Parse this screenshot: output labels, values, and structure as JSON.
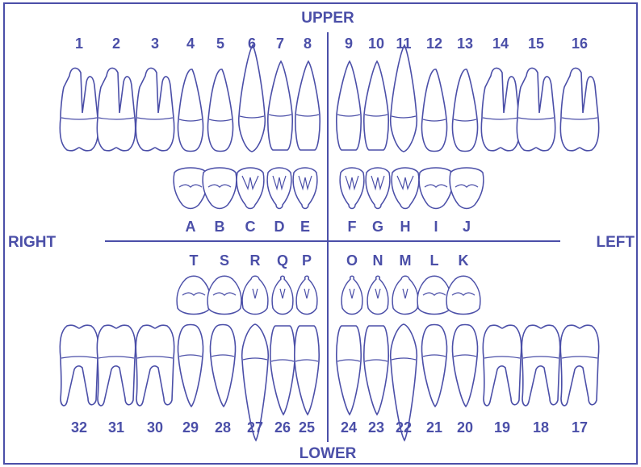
{
  "colors": {
    "ink": "#4b4fa8",
    "tooth_fill": "#ffffff"
  },
  "labels": {
    "upper": "UPPER",
    "lower": "LOWER",
    "right": "RIGHT",
    "left": "LEFT"
  },
  "permanent_upper": [
    "1",
    "2",
    "3",
    "4",
    "5",
    "6",
    "7",
    "8",
    "9",
    "10",
    "11",
    "12",
    "13",
    "14",
    "15",
    "16"
  ],
  "primary_upper": [
    "A",
    "B",
    "C",
    "D",
    "E",
    "F",
    "G",
    "H",
    "I",
    "J"
  ],
  "primary_lower": [
    "T",
    "S",
    "R",
    "Q",
    "P",
    "O",
    "N",
    "M",
    "L",
    "K"
  ],
  "permanent_lower": [
    "32",
    "31",
    "30",
    "29",
    "28",
    "27",
    "26",
    "25",
    "24",
    "23",
    "22",
    "21",
    "20",
    "19",
    "18",
    "17"
  ],
  "permanent_tooth_types": [
    "molar",
    "molar",
    "molar",
    "premolar",
    "premolar",
    "canine",
    "incisor",
    "incisor",
    "incisor",
    "incisor",
    "canine",
    "premolar",
    "premolar",
    "molar",
    "molar",
    "molar"
  ],
  "primary_tooth_types": [
    "molar",
    "molar",
    "canine",
    "incisor",
    "incisor",
    "incisor",
    "incisor",
    "canine",
    "molar",
    "molar"
  ]
}
